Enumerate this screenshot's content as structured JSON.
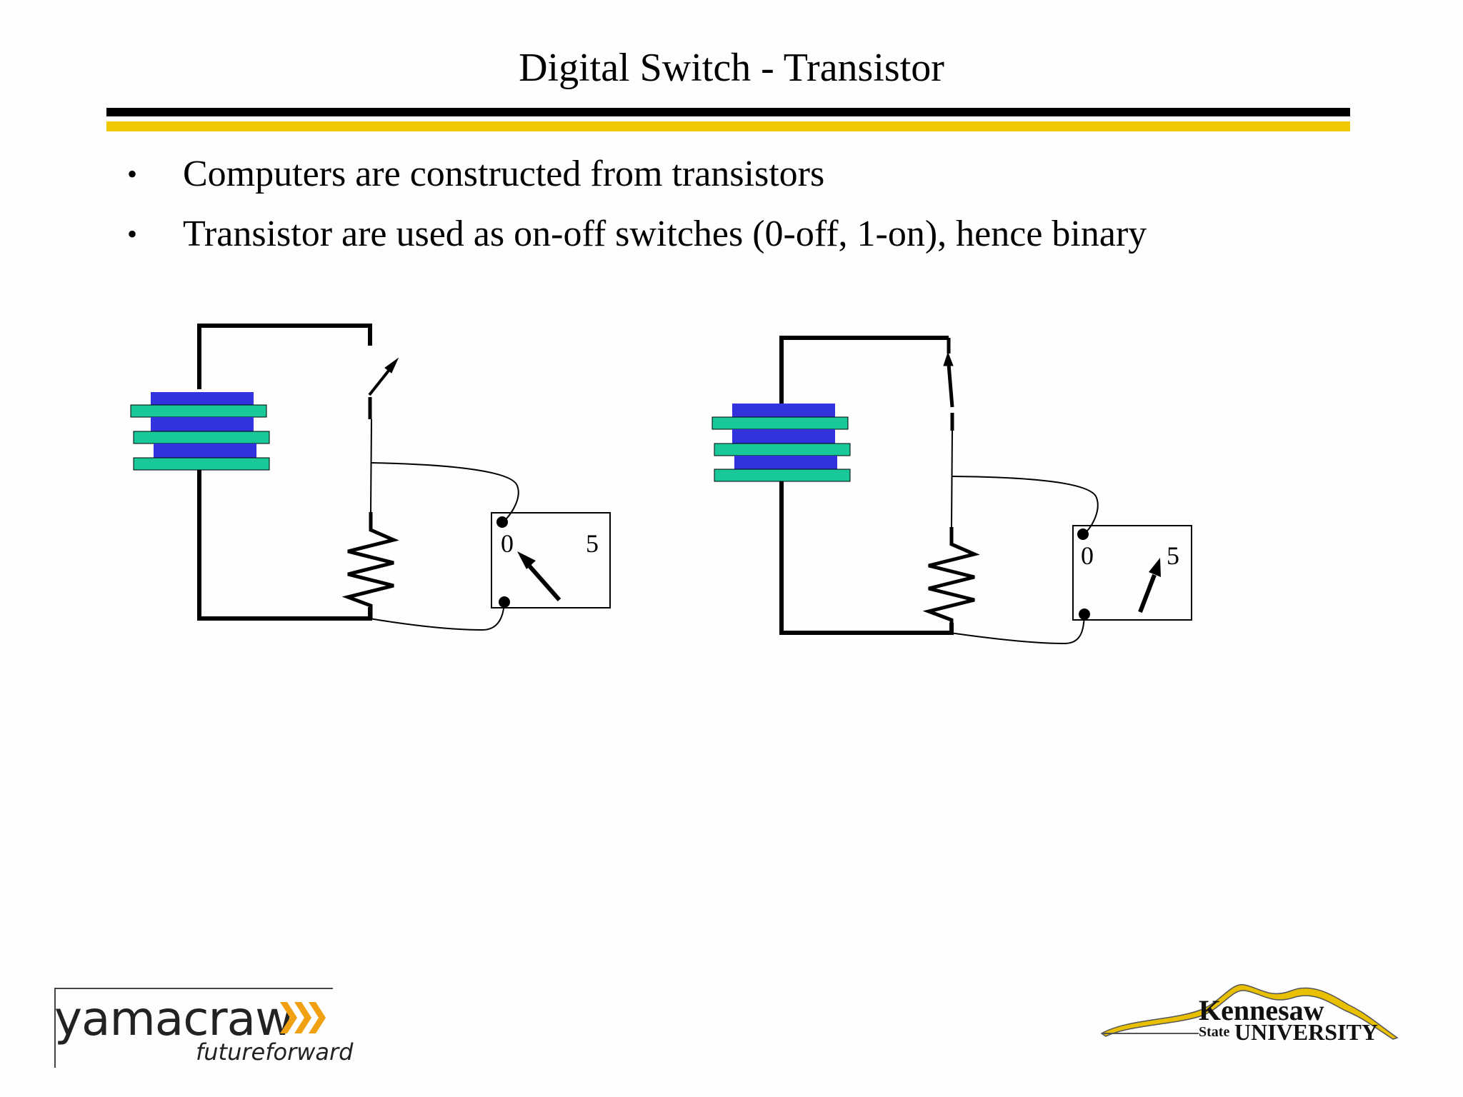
{
  "slide": {
    "title": "Digital Switch - Transistor",
    "bullets": [
      "Computers are constructed from transistors",
      "Transistor are used as on-off switches (0-off, 1-on), hence binary"
    ],
    "bullet_glyph": "•"
  },
  "diagrams": {
    "left": {
      "state": "off",
      "meter_scale_low": "0",
      "meter_scale_high": "5",
      "meter_reading": 0
    },
    "right": {
      "state": "on",
      "meter_scale_low": "0",
      "meter_scale_high": "5",
      "meter_reading": 5
    }
  },
  "logos": {
    "left_word": "yamacraw",
    "left_tagline": "futureforward",
    "right_line1": "Kennesaw",
    "right_state": "State",
    "right_univ": "UNIVERSITY"
  },
  "colors": {
    "rule_black": "#000000",
    "rule_yellow": "#f0c800",
    "battery_blue": "#3333dd",
    "battery_green": "#19c898",
    "logo_chevron": "#f0a010",
    "ksu_gold": "#e8c000"
  }
}
